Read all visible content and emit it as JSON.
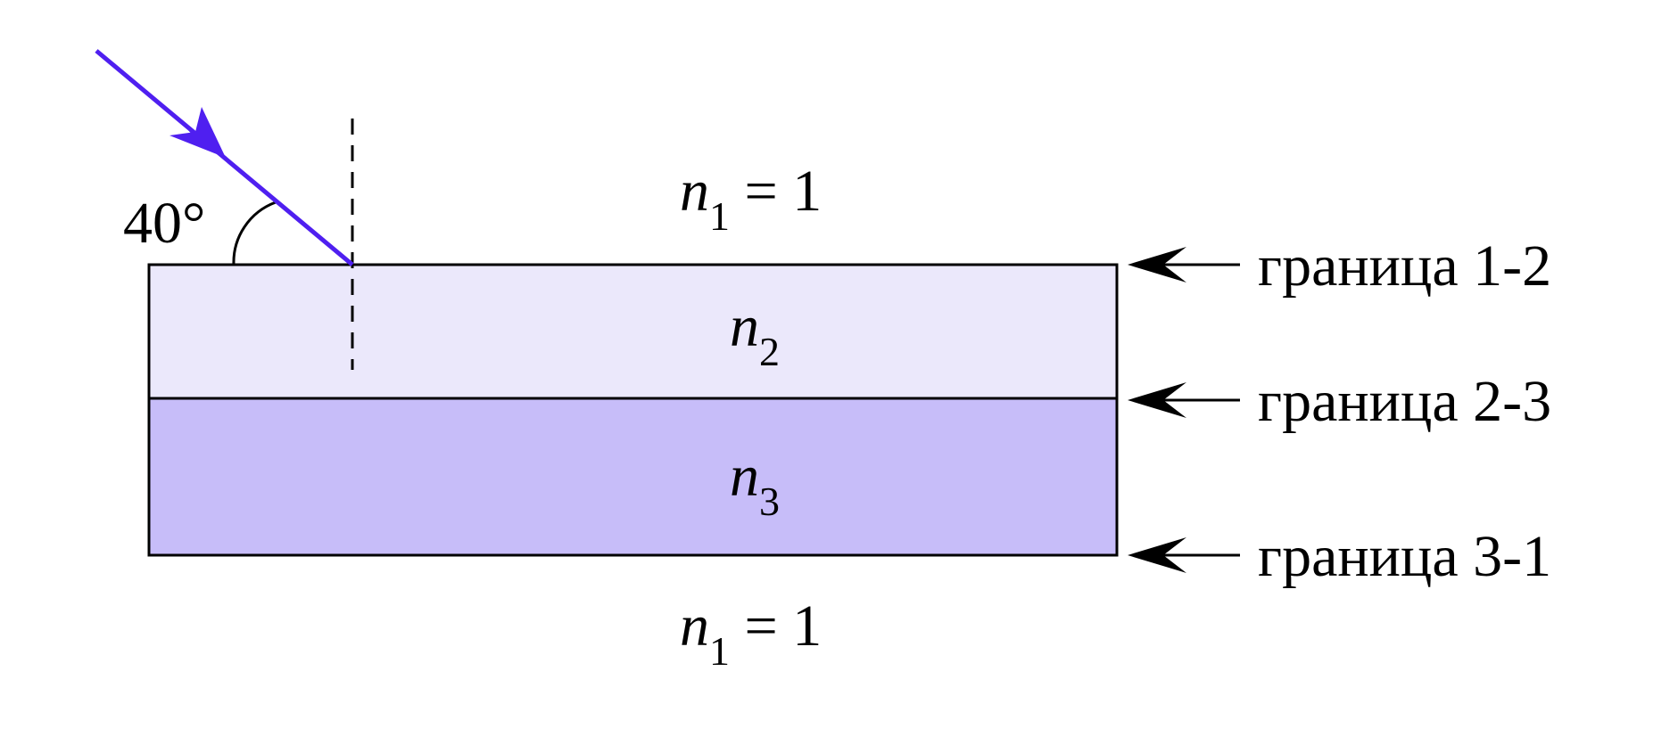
{
  "colors": {
    "background": "#ffffff",
    "layer2_fill": "#ebe8fb",
    "layer3_fill": "#c7bdf9",
    "ray": "#4f1ff0",
    "outline": "#000000"
  },
  "incident_ray": {
    "angle_label": "40°"
  },
  "media": {
    "top": {
      "symbol": "n",
      "index": "1",
      "relation": " = 1"
    },
    "layer2": {
      "symbol": "n",
      "index": "2"
    },
    "layer3": {
      "symbol": "n",
      "index": "3"
    },
    "bottom": {
      "symbol": "n",
      "index": "1",
      "relation": " = 1"
    }
  },
  "boundaries": [
    {
      "label": "граница 1-2"
    },
    {
      "label": "граница 2-3"
    },
    {
      "label": "граница 3-1"
    }
  ]
}
